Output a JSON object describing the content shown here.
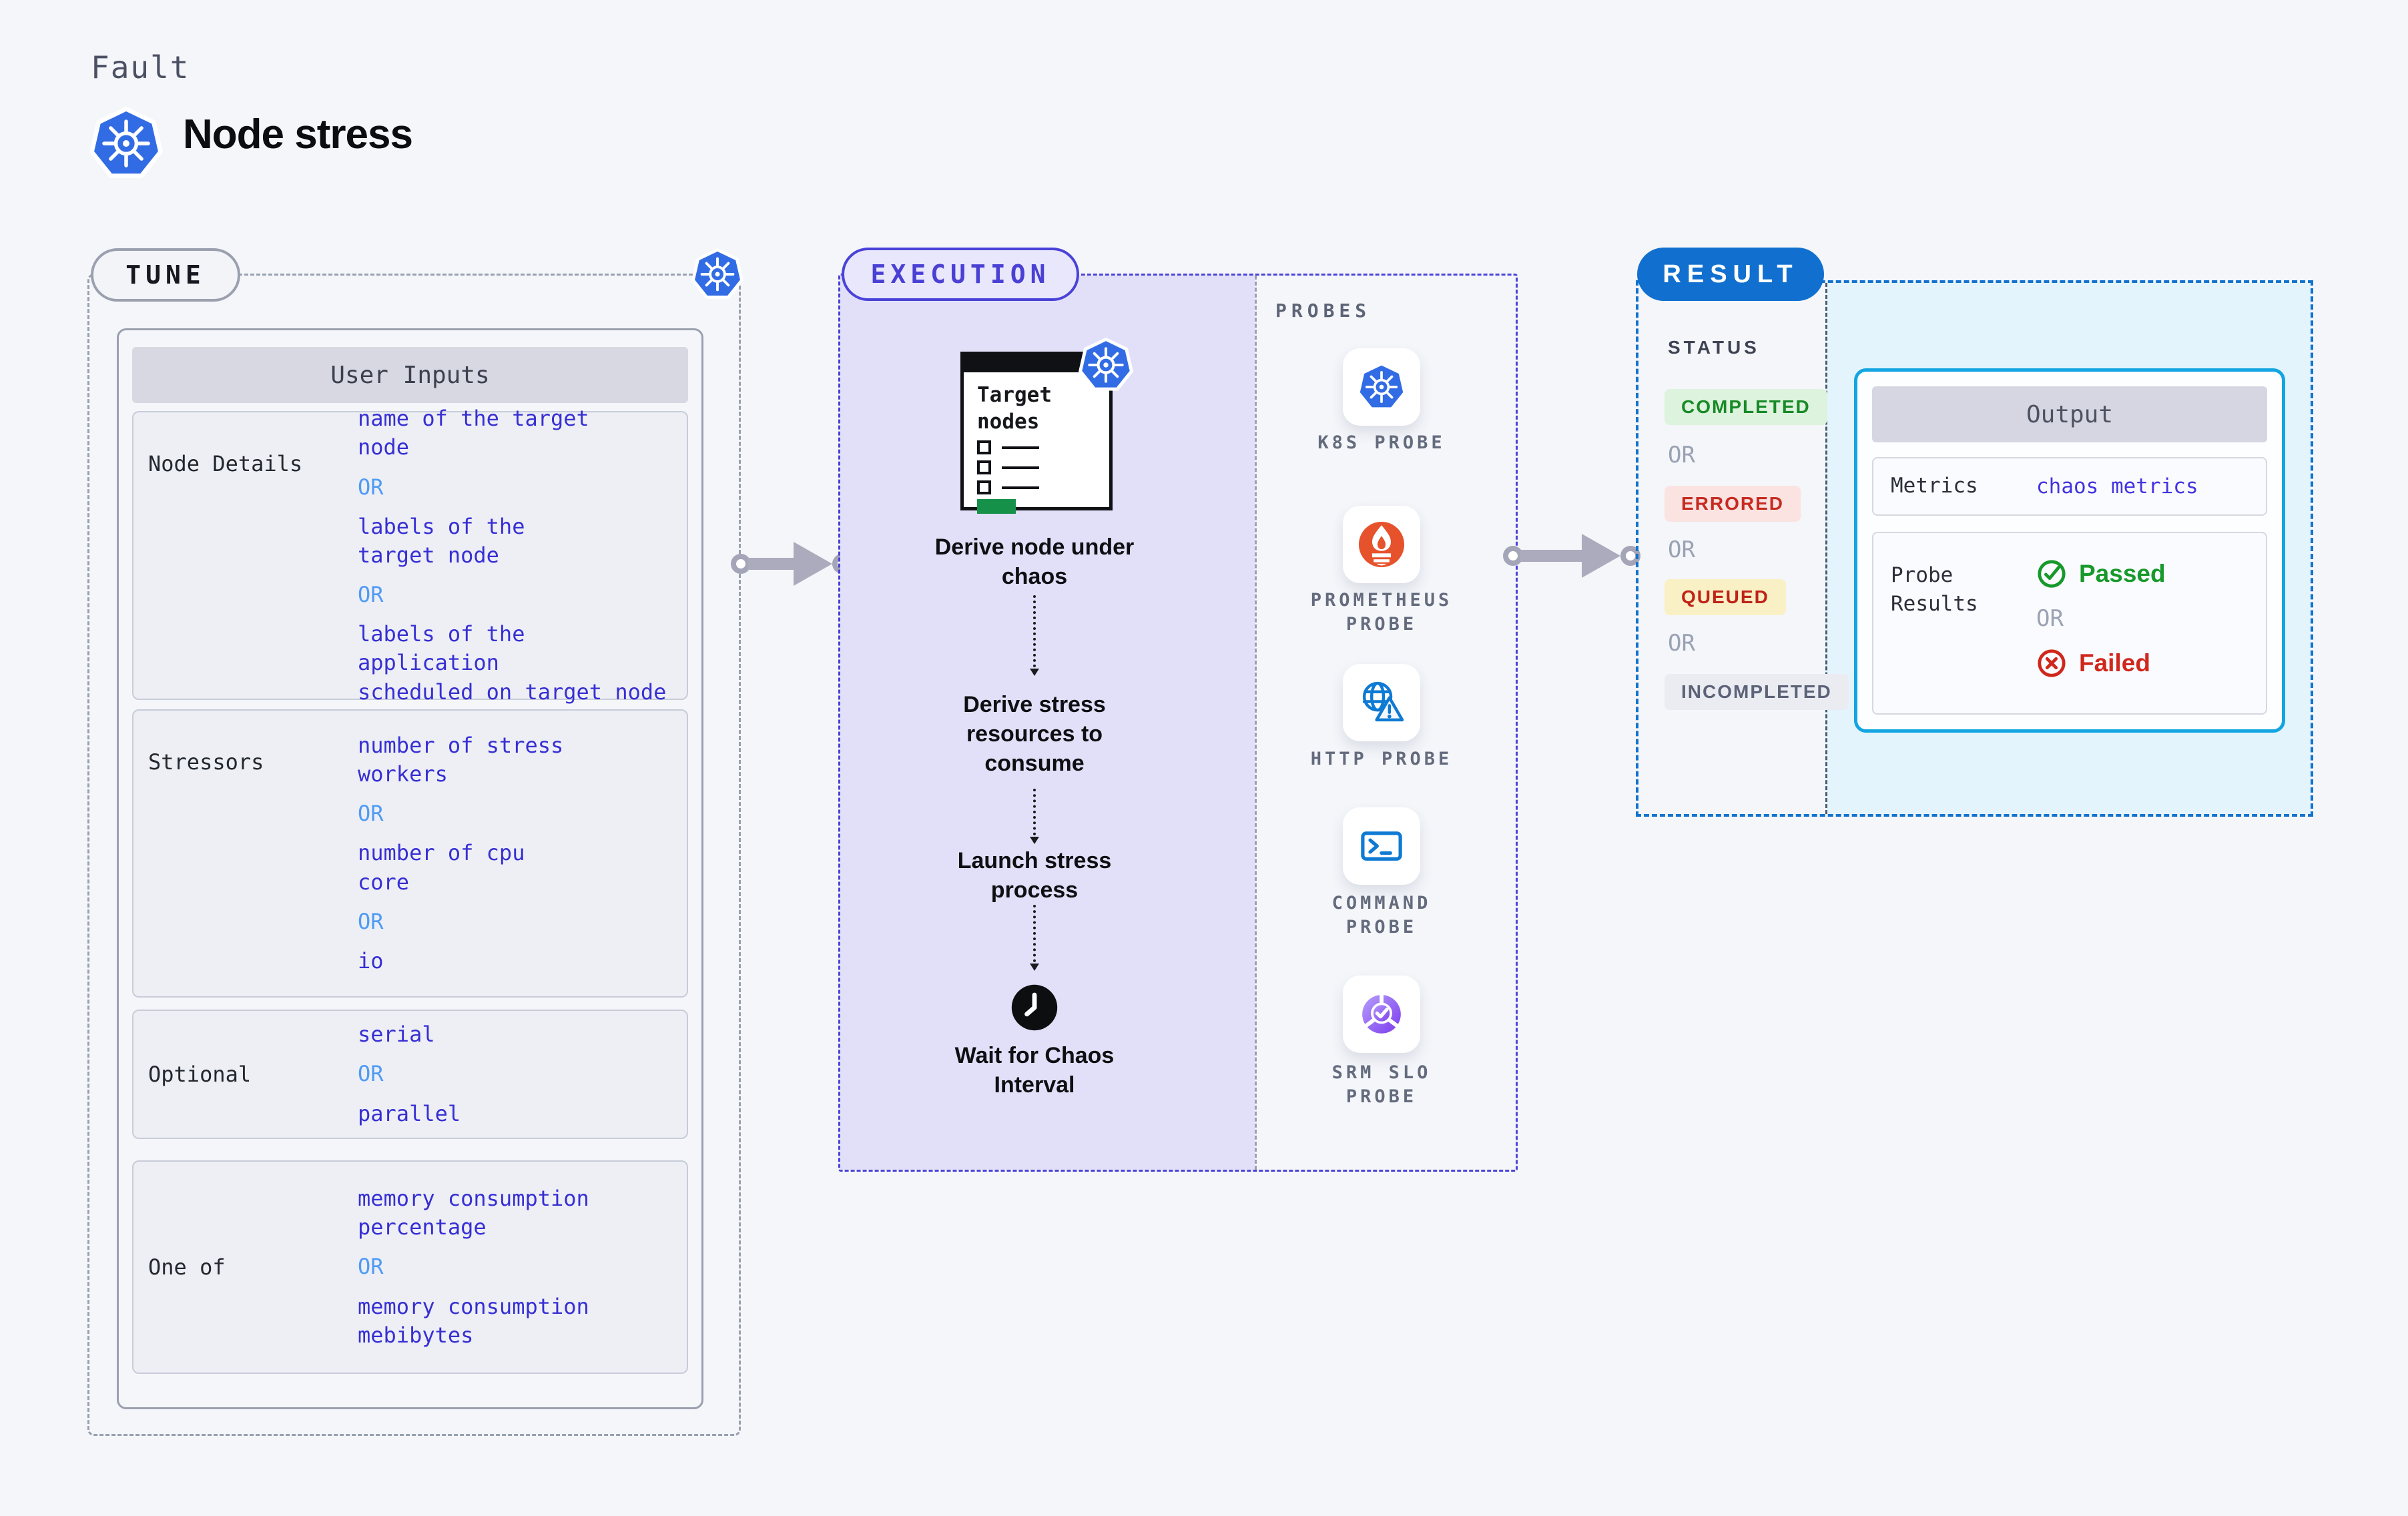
{
  "header": {
    "kicker": "Fault",
    "title": "Node stress"
  },
  "tune": {
    "pill": "TUNE",
    "table_title": "User Inputs",
    "or": "OR",
    "rows": [
      {
        "label": "Node Details",
        "options": [
          "name of the target\nnode",
          "labels of the\ntarget node",
          "labels of the application\n scheduled on target node"
        ]
      },
      {
        "label": "Stressors",
        "options": [
          "number of stress\nworkers",
          "number of cpu\ncore",
          "io"
        ]
      },
      {
        "label": "Optional",
        "options": [
          "serial",
          "parallel"
        ]
      },
      {
        "label": "One of",
        "options": [
          "memory consumption\npercentage",
          "memory consumption\nmebibytes"
        ]
      }
    ]
  },
  "execution": {
    "pill": "EXECUTION",
    "card_title": "Target nodes",
    "steps": [
      "Derive node under\nchaos",
      "Derive stress\nresources to\nconsume",
      "Launch stress\nprocess",
      "Wait for Chaos\nInterval"
    ]
  },
  "probes": {
    "title": "PROBES",
    "items": [
      {
        "name": "k8s-probe",
        "label": "K8S PROBE"
      },
      {
        "name": "prometheus-probe",
        "label": "PROMETHEUS\nPROBE"
      },
      {
        "name": "http-probe",
        "label": "HTTP PROBE"
      },
      {
        "name": "command-probe",
        "label": "COMMAND\nPROBE"
      },
      {
        "name": "srm-slo-probe",
        "label": "SRM SLO\nPROBE"
      }
    ]
  },
  "result": {
    "pill": "RESULT",
    "status_title": "STATUS",
    "or": "OR",
    "statuses": [
      {
        "label": "COMPLETED",
        "fg": "#178a27",
        "bg": "#def3dd"
      },
      {
        "label": "ERRORED",
        "fg": "#c62b21",
        "bg": "#fae3e1"
      },
      {
        "label": "QUEUED",
        "fg": "#bf2318",
        "bg": "#faf0c5"
      },
      {
        "label": "INCOMPLETED",
        "fg": "#5c6378",
        "bg": "#eaecf2"
      }
    ],
    "output": {
      "title": "Output",
      "metrics_label": "Metrics",
      "metrics_value": "chaos metrics",
      "probe_label": "Probe\nResults",
      "passed": "Passed",
      "or": "OR",
      "failed": "Failed"
    }
  },
  "icons": {
    "kubernetes": "k8s-heptagon-wheel",
    "clock": "clock-filled-black",
    "prometheus": "flame-torch-orange",
    "http": "globe-warning-blue",
    "command": "terminal-prompt-blue",
    "srm_slo": "pie-check-purple",
    "passed": "check-circle-green",
    "failed": "x-circle-red",
    "connector": "gray-arrow-with-ring-endpoints"
  },
  "colors": {
    "page_bg": "#f4f6fa",
    "tune_dash": "#98a0ad",
    "execution_accent": "#4a42d8",
    "execution_fill": "#e2e0f8",
    "result_accent": "#1273cf",
    "result_fill": "#e3f4fc",
    "output_border": "#12a5e2",
    "value_indigo": "#372fd3",
    "or_blue": "#4f9bf4",
    "passed_green": "#17992b",
    "failed_red": "#d0271c",
    "k8s_blue": "#326ce5",
    "prometheus_orange": "#e6522c",
    "probe_blue": "#0e7ad3",
    "srm_purple": "#8b5cf6",
    "arrow_gray": "#acabbd",
    "target_green": "#15914a"
  }
}
